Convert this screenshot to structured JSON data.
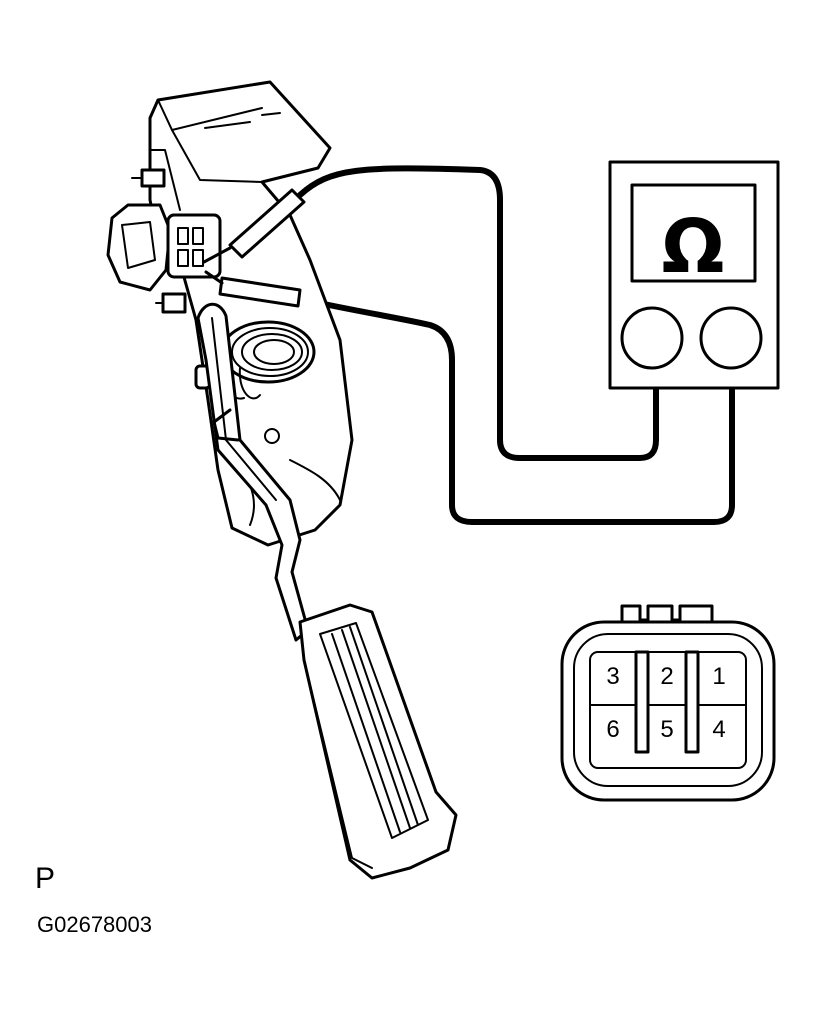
{
  "meter": {
    "symbol": "Ω"
  },
  "connector": {
    "pins_top": [
      "3",
      "2",
      "1"
    ],
    "pins_bottom": [
      "6",
      "5",
      "4"
    ]
  },
  "view_label": "P",
  "figure_code": "G02678003"
}
